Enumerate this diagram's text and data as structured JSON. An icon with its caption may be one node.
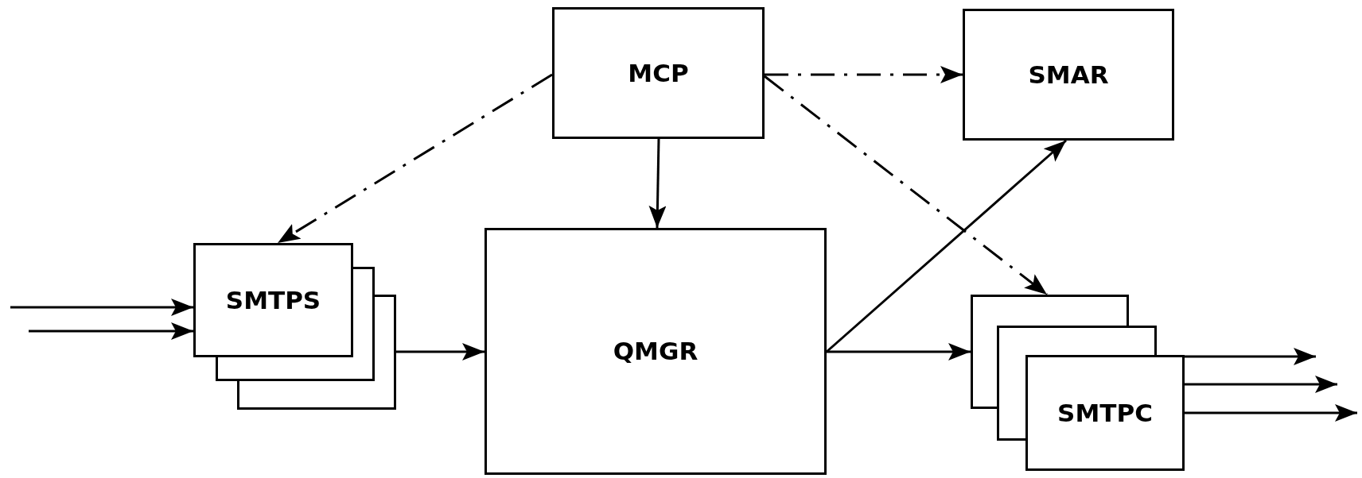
{
  "diagram": {
    "nodes": [
      {
        "text": [
          "MCP"
        ]
      },
      {
        "text": [
          "SMAR"
        ]
      },
      {
        "text": [
          "SMTPS"
        ]
      },
      {
        "text": [
          "QMGR"
        ]
      },
      {
        "text": [
          "SMTPC"
        ]
      }
    ],
    "edges": [
      {
        "from": 0,
        "to": 2,
        "arrow": "to",
        "style": "dashed"
      },
      {
        "from": 0,
        "to": 1,
        "arrow": "to",
        "style": "dashed"
      },
      {
        "from": 0,
        "to": 4,
        "arrow": "to",
        "style": "dashed"
      },
      {
        "from": 0,
        "to": 3,
        "arrow": "to"
      },
      {
        "from": 2,
        "to": 3,
        "arrow": "to"
      },
      {
        "from": 3,
        "to": 1,
        "arrow": "to"
      },
      {
        "from": 3,
        "to": 4,
        "arrow": "to"
      },
      {
        "from": null,
        "to": 2,
        "arrow": "to"
      },
      {
        "from": null,
        "to": 2,
        "arrow": "to"
      },
      {
        "from": 4,
        "to": null,
        "arrow": "to"
      },
      {
        "from": 4,
        "to": null,
        "arrow": "to"
      },
      {
        "from": 4,
        "to": null,
        "arrow": "to"
      }
    ]
  }
}
